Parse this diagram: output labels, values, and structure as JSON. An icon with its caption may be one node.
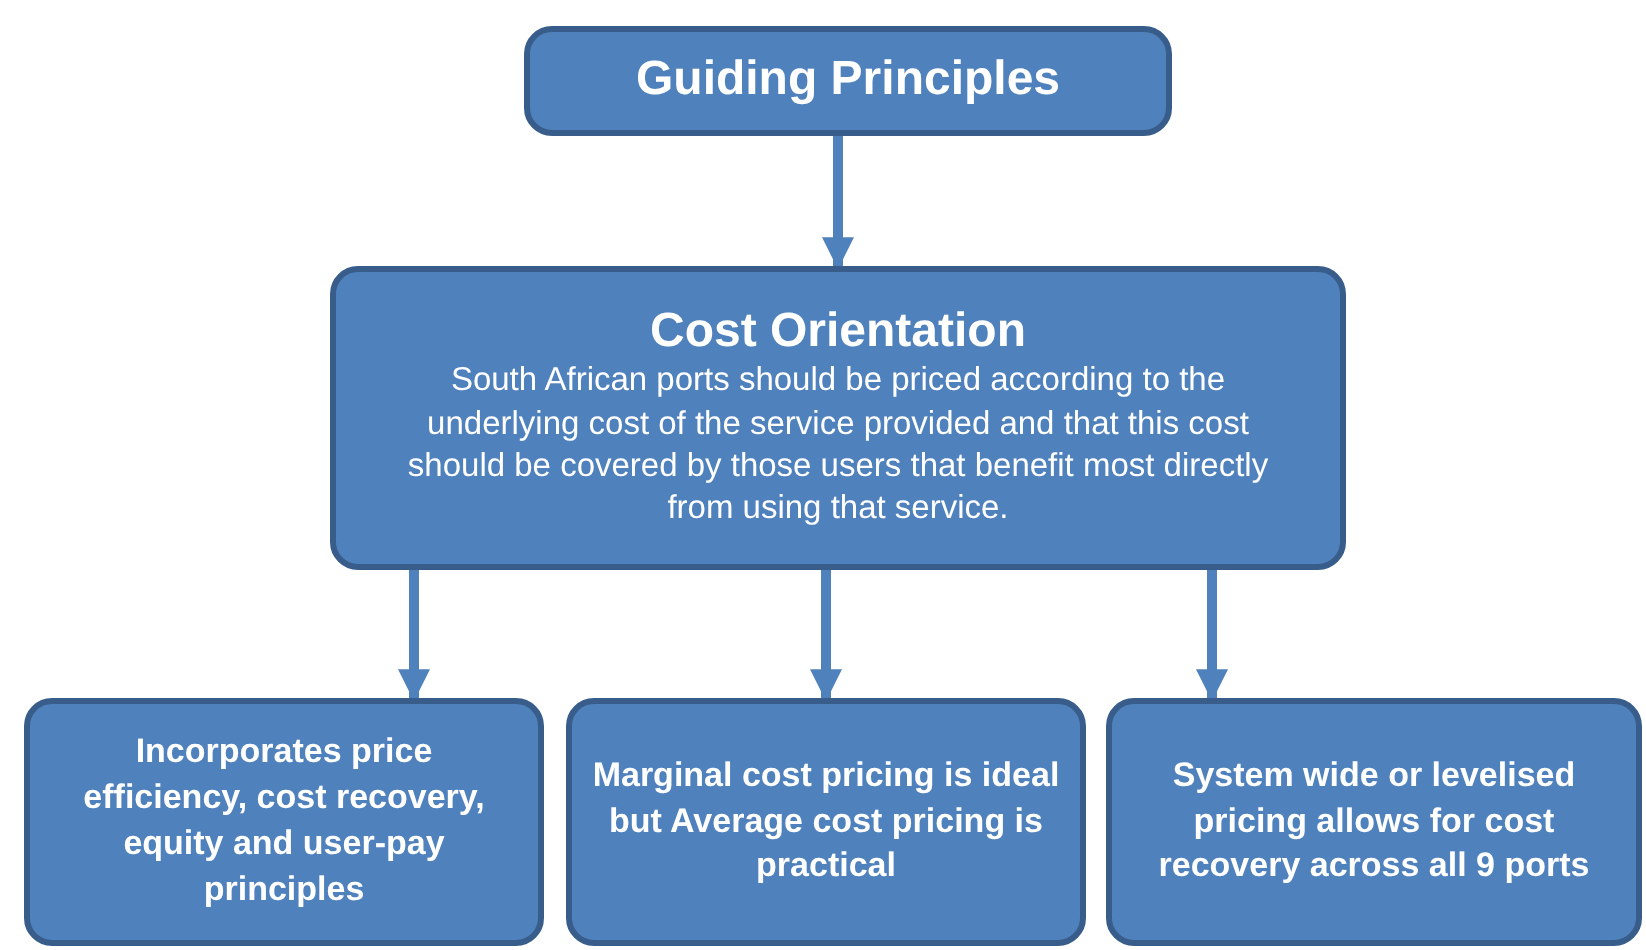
{
  "diagram": {
    "nodes": [
      {
        "text": [
          "Guiding Principles"
        ]
      },
      {
        "text": [
          "Cost Orientation",
          "South African ports should be priced according to the underlying cost of the service provided and that this cost should be covered by those users that benefit most directly from using that service."
        ]
      },
      {
        "text": [
          "Incorporates price efficiency, cost recovery, equity and user-pay principles"
        ]
      },
      {
        "text": [
          "Marginal cost pricing is ideal but Average cost pricing is practical"
        ]
      },
      {
        "text": [
          "System wide or levelised pricing allows for cost recovery across all 9 ports"
        ]
      }
    ],
    "edges": [
      {
        "from": 0,
        "to": 1,
        "arrow": "to"
      },
      {
        "from": 1,
        "to": 2,
        "arrow": "to"
      },
      {
        "from": 1,
        "to": 3,
        "arrow": "to"
      },
      {
        "from": 1,
        "to": 4,
        "arrow": "to"
      }
    ]
  }
}
